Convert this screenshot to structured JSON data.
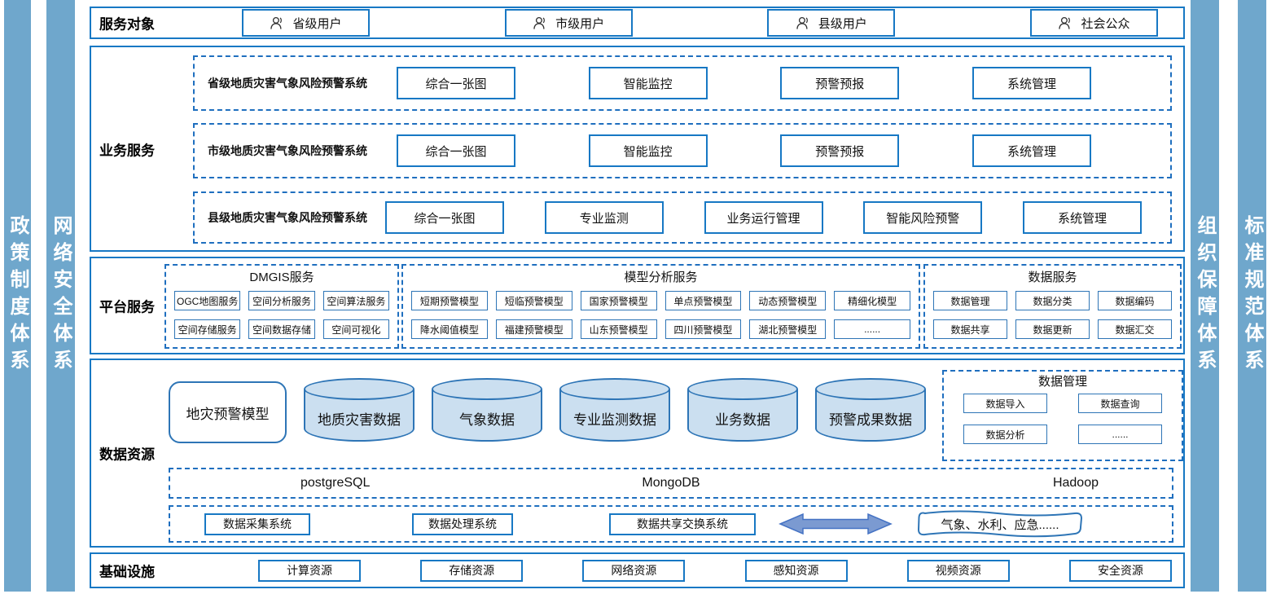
{
  "colors": {
    "border_blue": "#1778c4",
    "dashed_blue": "#1f6fbf",
    "sidebar_blue": "#6fa7cc",
    "cylinder_fill": "#cbdff0",
    "cylinder_border": "#2e75b6",
    "arrow_fill": "#7b9ad1"
  },
  "sidebars": {
    "left": [
      "政策制度体系",
      "网络安全体系"
    ],
    "right": [
      "组织保障体系",
      "标准规范体系"
    ]
  },
  "service_targets": {
    "label": "服务对象",
    "users": [
      "省级用户",
      "市级用户",
      "县级用户",
      "社会公众"
    ]
  },
  "business_services": {
    "label": "业务服务",
    "systems": [
      {
        "name": "省级地质灾害气象风险预警系统",
        "modules": [
          "综合一张图",
          "智能监控",
          "预警预报",
          "系统管理"
        ]
      },
      {
        "name": "市级地质灾害气象风险预警系统",
        "modules": [
          "综合一张图",
          "智能监控",
          "预警预报",
          "系统管理"
        ]
      },
      {
        "name": "县级地质灾害气象风险预警系统",
        "modules": [
          "综合一张图",
          "专业监测",
          "业务运行管理",
          "智能风险预警",
          "系统管理"
        ]
      }
    ]
  },
  "platform_services": {
    "label": "平台服务",
    "groups": [
      {
        "title": "DMGIS服务",
        "rows": [
          [
            "OGC地图服务",
            "空间分析服务",
            "空间算法服务"
          ],
          [
            "空间存储服务",
            "空间数据存储",
            "空间可视化"
          ]
        ]
      },
      {
        "title": "模型分析服务",
        "rows": [
          [
            "短期预警模型",
            "短临预警模型",
            "国家预警模型",
            "单点预警模型",
            "动态预警模型",
            "精细化模型"
          ],
          [
            "降水阈值模型",
            "福建预警模型",
            "山东预警模型",
            "四川预警模型",
            "湖北预警模型",
            "......"
          ]
        ]
      },
      {
        "title": "数据服务",
        "rows": [
          [
            "数据管理",
            "数据分类",
            "数据编码"
          ],
          [
            "数据共享",
            "数据更新",
            "数据汇交"
          ]
        ]
      }
    ]
  },
  "data_resources": {
    "label": "数据资源",
    "model_box": "地灾预警模型",
    "databases": [
      "地质灾害数据",
      "气象数据",
      "专业监测数据",
      "业务数据",
      "预警成果数据"
    ],
    "data_management": {
      "title": "数据管理",
      "items": [
        "数据导入",
        "数据查询",
        "数据分析",
        "......"
      ]
    },
    "storage_engines": [
      "postgreSQL",
      "MongoDB",
      "Hadoop"
    ],
    "systems": [
      "数据采集系统",
      "数据处理系统",
      "数据共享交换系统"
    ],
    "external_sources": "气象、水利、应急......"
  },
  "infrastructure": {
    "label": "基础设施",
    "items": [
      "计算资源",
      "存储资源",
      "网络资源",
      "感知资源",
      "视频资源",
      "安全资源"
    ]
  }
}
